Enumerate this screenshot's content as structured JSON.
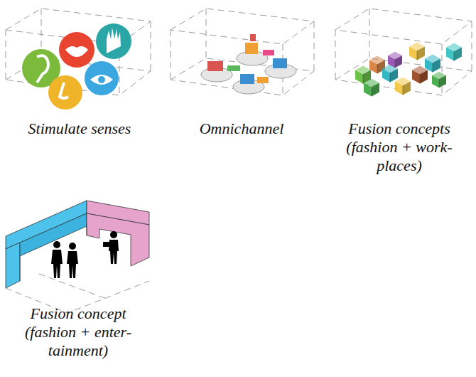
{
  "diagram": {
    "labels": [
      "Stimulate senses",
      "Omnichannel",
      "Fusion concepts (fashion + work-places)",
      "Fusion concept (fashion + enter-tainment)"
    ]
  }
}
